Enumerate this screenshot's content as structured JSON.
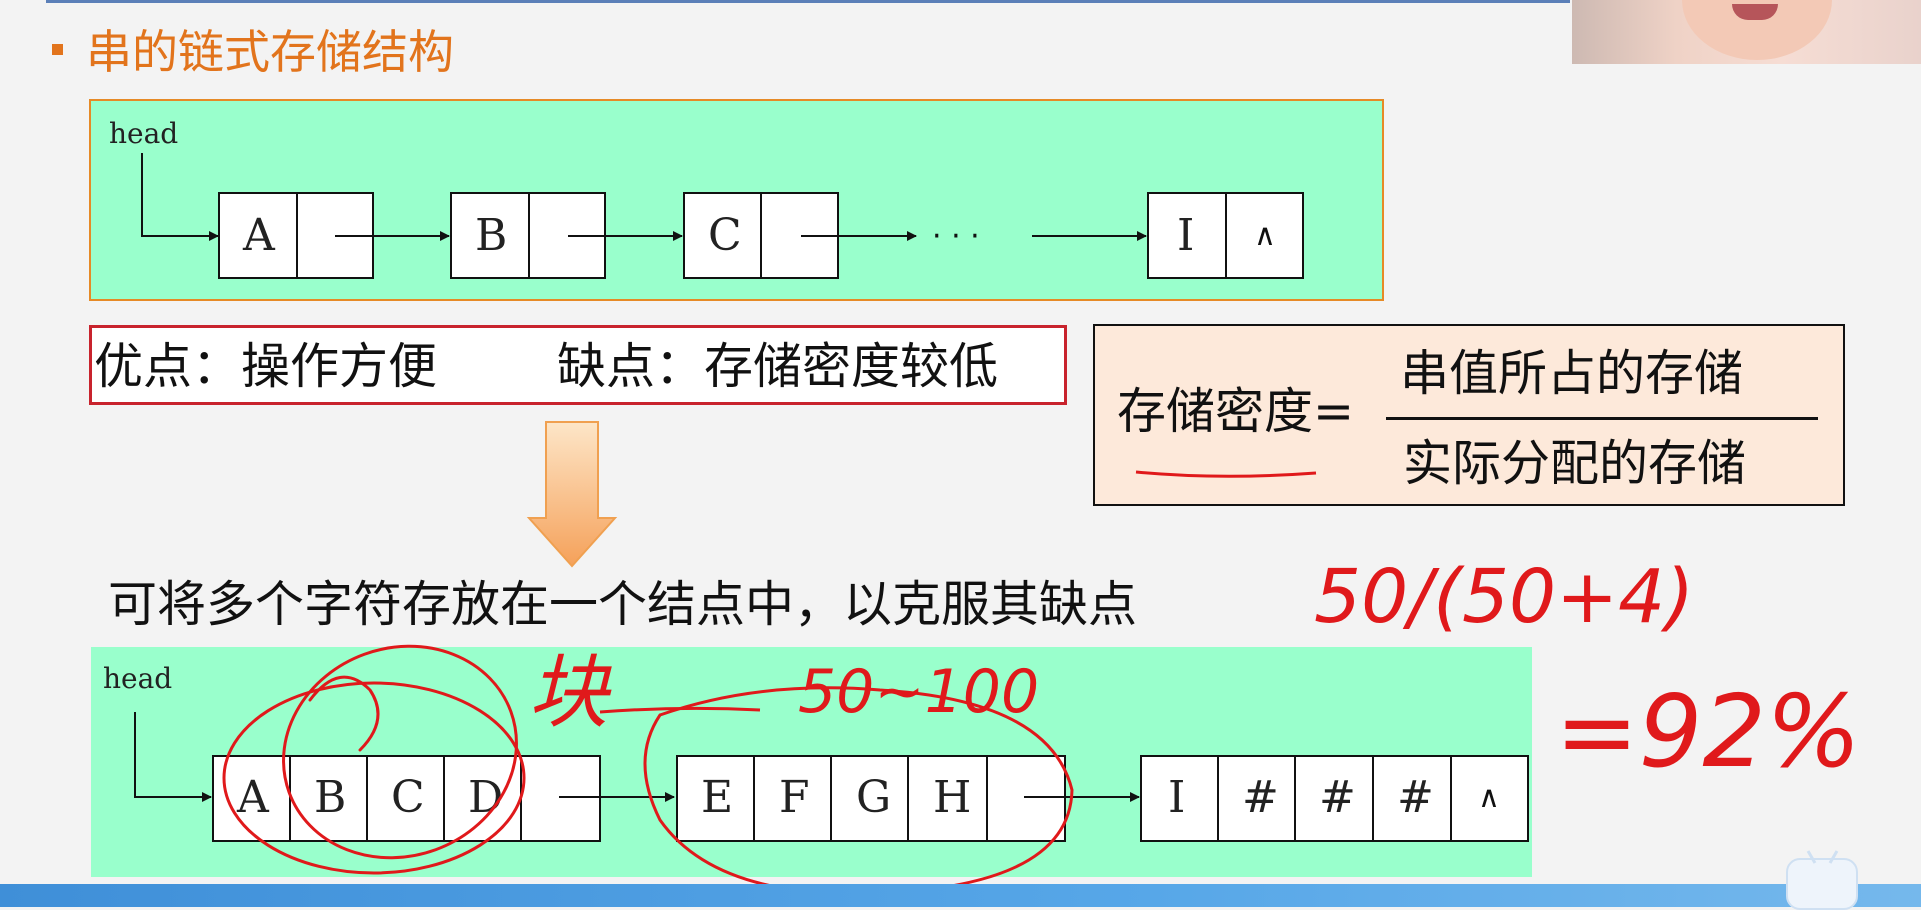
{
  "slide": {
    "title": "串的链式存储结构",
    "top_list": {
      "head_label": "head",
      "nodes": [
        {
          "data": "A",
          "next": ""
        },
        {
          "data": "B",
          "next": ""
        },
        {
          "data": "C",
          "next": ""
        },
        {
          "data": "I",
          "next": "∧"
        }
      ],
      "ellipsis": "· · ·"
    },
    "pros_cons": {
      "pros": "优点：操作方便",
      "cons": "缺点：存储密度较低"
    },
    "density": {
      "label": "存储密度=",
      "numerator": "串值所占的存储",
      "denominator": "实际分配的存储"
    },
    "caption": "可将多个字符存放在一个结点中，以克服其缺点",
    "bottom_list": {
      "head_label": "head",
      "block1": [
        "A",
        "B",
        "C",
        "D"
      ],
      "block2": [
        "E",
        "F",
        "G",
        "H"
      ],
      "block3": [
        "I",
        "#",
        "#",
        "#",
        "∧"
      ]
    }
  },
  "annotations": {
    "word_block": "块",
    "range": "50~100",
    "calc": "50/(50+4)",
    "result": "=92%",
    "ink_color": "#e0191b"
  },
  "colors": {
    "accent": "#e2741c",
    "list_bg": "#99ffcc",
    "density_bg": "#fde9da",
    "pros_cons_border": "#c8232d"
  }
}
